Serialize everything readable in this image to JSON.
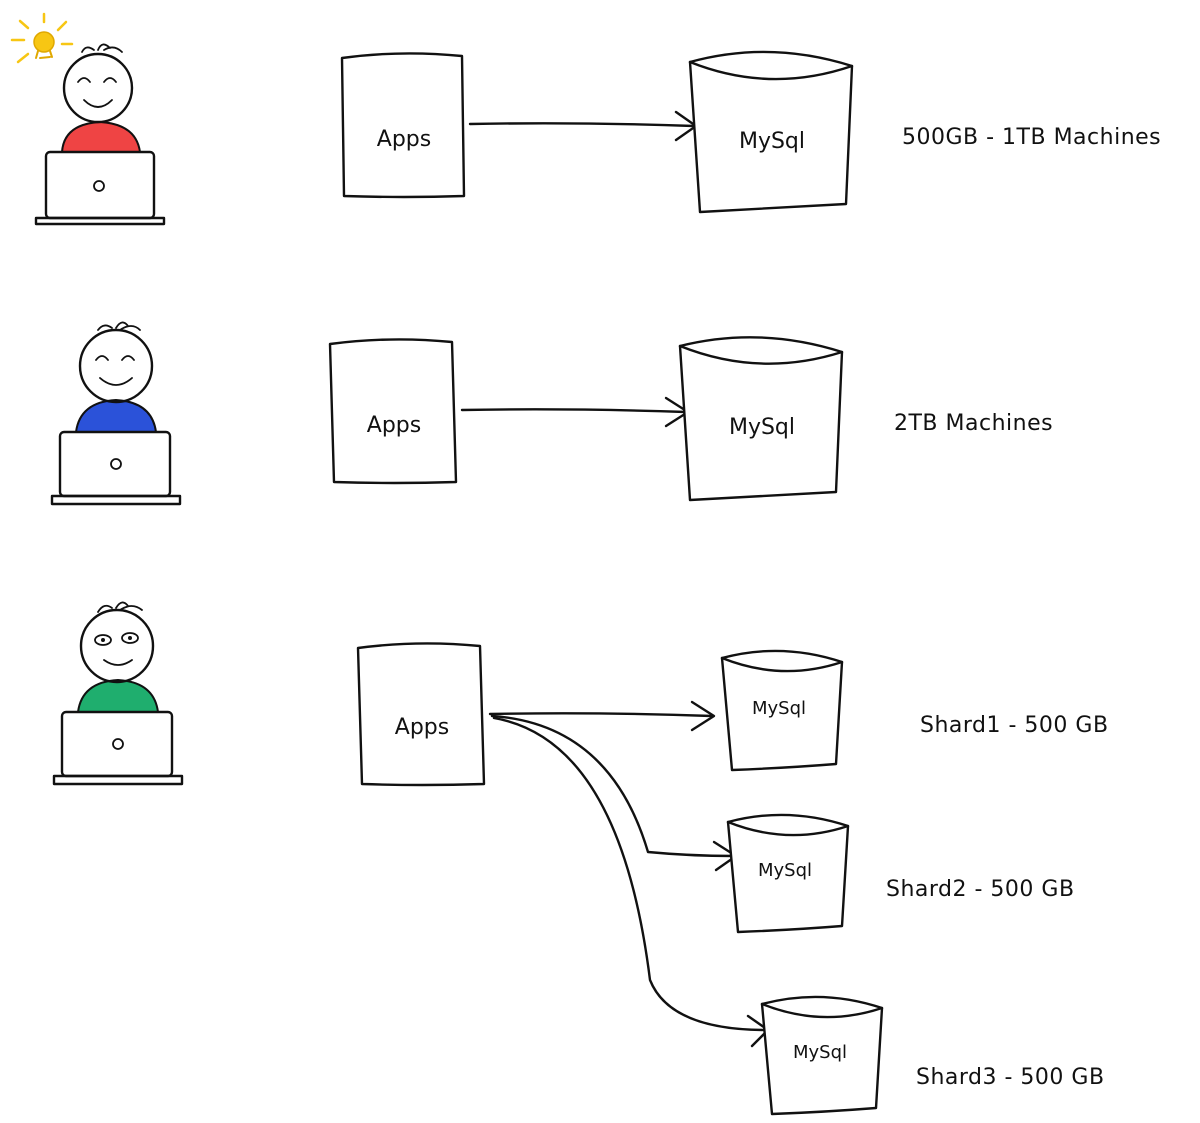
{
  "rows": [
    {
      "app_label": "Apps",
      "db_label": "MySql",
      "note": "500GB - 1TB Machines",
      "shirt_color": "#ef4444",
      "has_idea": true,
      "expression": "happy"
    },
    {
      "app_label": "Apps",
      "db_label": "MySql",
      "note": "2TB Machines",
      "shirt_color": "#2b52d9",
      "has_idea": false,
      "expression": "happy"
    },
    {
      "app_label": "Apps",
      "shirt_color": "#1fae6e",
      "has_idea": false,
      "expression": "thinking",
      "shards": [
        {
          "db_label": "MySql",
          "note": "Shard1 - 500 GB"
        },
        {
          "db_label": "MySql",
          "note": "Shard2 - 500 GB"
        },
        {
          "db_label": "MySql",
          "note": "Shard3 - 500 GB"
        }
      ]
    }
  ],
  "colors": {
    "laptop": "#ced2d8",
    "idea_bulb": "#f7c613",
    "ink": "#111111"
  },
  "icons": [
    "person-icon",
    "laptop-icon",
    "lightbulb-icon",
    "arrow-icon",
    "database-cylinder-icon"
  ]
}
